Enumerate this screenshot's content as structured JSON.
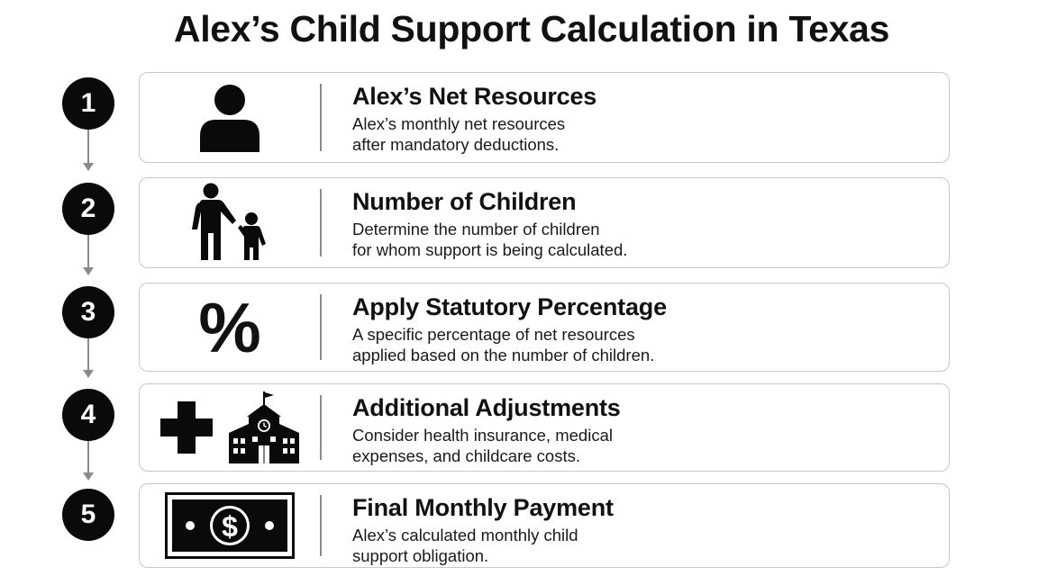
{
  "title": "Alex’s Child Support Calculation in Texas",
  "steps": [
    {
      "number": "1",
      "icon": "person-icon",
      "heading": "Alex’s Net Resources",
      "description": "Alex’s monthly net resources\nafter mandatory deductions."
    },
    {
      "number": "2",
      "icon": "parent-child-icon",
      "heading": "Number of Children",
      "description": "Determine the number of children\nfor whom support is being calculated."
    },
    {
      "number": "3",
      "icon": "percent-icon",
      "heading": "Apply Statutory Percentage",
      "description": "A specific percentage of net resources\napplied based on the number of children."
    },
    {
      "number": "4",
      "icon": "medical-cross-and-school-icon",
      "heading": "Additional Adjustments",
      "description": "Consider health insurance, medical\nexpenses, and childcare costs."
    },
    {
      "number": "5",
      "icon": "dollar-bill-icon",
      "heading": "Final Monthly Payment",
      "description": "Alex’s calculated monthly child\nsupport obligation."
    }
  ],
  "percent_symbol": "%",
  "dollar_symbol": "$"
}
